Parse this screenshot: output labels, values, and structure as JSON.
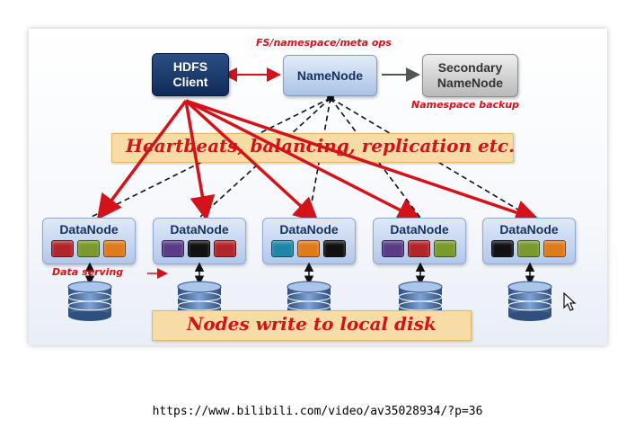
{
  "client": {
    "line1": "HDFS",
    "line2": "Client"
  },
  "namenode": {
    "label": "NameNode"
  },
  "secondary": {
    "line1": "Secondary",
    "line2": "NameNode"
  },
  "annotations": {
    "fs_ops": "FS/namespace/meta ops",
    "namespace_backup": "Namespace backup",
    "heartbeats": "Heartbeats, balancing, replication etc.",
    "data_serving": "Data serving",
    "local_disk": "Nodes write to local disk"
  },
  "datanodes": [
    {
      "label": "DataNode",
      "blocks": [
        "#b2262b",
        "#7a9a2c",
        "#e07b1c"
      ]
    },
    {
      "label": "DataNode",
      "blocks": [
        "#5a3d86",
        "#111111",
        "#b2262b"
      ]
    },
    {
      "label": "DataNode",
      "blocks": [
        "#1f86a8",
        "#e07b1c",
        "#111111"
      ]
    },
    {
      "label": "DataNode",
      "blocks": [
        "#5a3d86",
        "#b2262b",
        "#7a9a2c"
      ]
    },
    {
      "label": "DataNode",
      "blocks": [
        "#111111",
        "#7a9a2c",
        "#e07b1c"
      ]
    }
  ],
  "colors": {
    "accent_red": "#d4121a",
    "client_navy": "#0f2a57",
    "node_blue": "#b2c8ea"
  },
  "url": "https://www.bilibili.com/video/av35028934/?p=36"
}
